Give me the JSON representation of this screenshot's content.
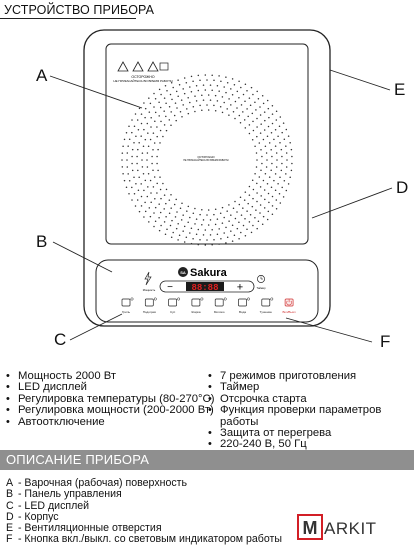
{
  "header": {
    "title": "УСТРОЙСТВО ПРИБОРА"
  },
  "callouts": {
    "a": "A",
    "b": "B",
    "c": "C",
    "d": "D",
    "e": "E",
    "f": "F"
  },
  "device": {
    "brand": "Sakura",
    "display_value": "88:88",
    "minus_symbol": "−",
    "plus_symbol": "+",
    "power_label": "Мощность",
    "timer_label": "Таймер",
    "warning_text_1": "ОСТОРОЖНО",
    "warning_text_2": "НЕ ПРИКАСАЙТЕСЬ ВО ВРЕМЯ РАБОТЫ",
    "warning_text_3": "ОСТОРОЖНО",
    "warning_text_4": "НЕ ПРИКАСАЙТЕСЬ ВО ВРЕМЯ РАБОТЫ",
    "buttons": [
      "Гриль",
      "Подогрев",
      "Суп",
      "Жарка",
      "Молоко",
      "Вода",
      "Тушение",
      "Вкл/Выкл"
    ]
  },
  "specs": {
    "left": [
      "Мощность 2000 Вт",
      "LED дисплей",
      "Регулировка температуры (80-270°C)",
      "Регулировка мощности (200-2000 Вт)",
      "Автоотключение"
    ],
    "right": [
      "7 режимов приготовления",
      "Таймер",
      "Отсрочка старта",
      "Функция проверки параметров работы",
      "Защита от перегрева",
      "220-240 В, 50 Гц"
    ]
  },
  "section2": {
    "title": "ОПИСАНИЕ ПРИБОРА"
  },
  "legend": [
    {
      "key": "A",
      "text": "- Варочная (рабочая) поверхность"
    },
    {
      "key": "B",
      "text": "- Панель управления"
    },
    {
      "key": "C",
      "text": "- LED дисплей"
    },
    {
      "key": "D",
      "text": "- Корпус"
    },
    {
      "key": "E",
      "text": "- Вентиляционные отверстия"
    },
    {
      "key": "F",
      "text": "- Кнопка вкл./выкл. со световым индикатором работы"
    }
  ],
  "logo": {
    "text": "MARKIT"
  },
  "colors": {
    "band": "#8f8f8f",
    "led_bg": "#1a1a1a",
    "led_digits": "#e02020",
    "power_button": "#d03030",
    "logo_red": "#d21f26"
  }
}
